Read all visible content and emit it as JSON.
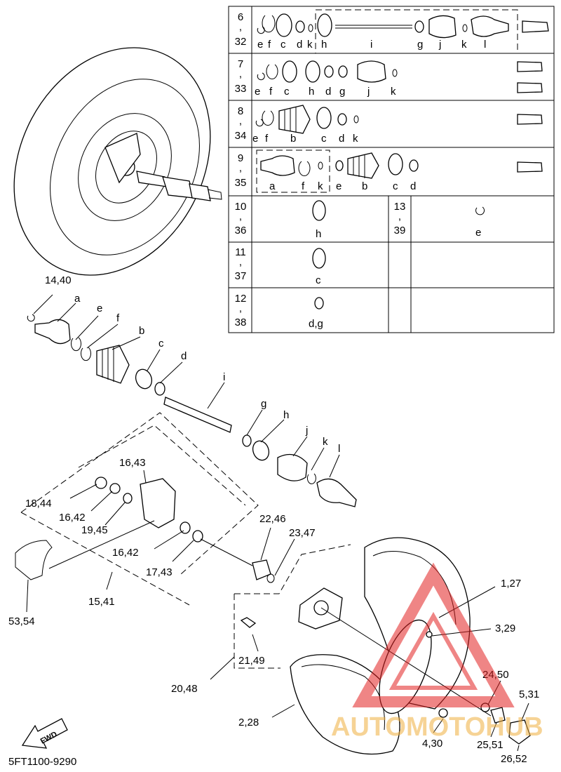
{
  "diagram": {
    "code": "5FT1100-9290",
    "fwd": "FWD",
    "watermark": "AUTOMOTOHUB",
    "callouts": {
      "c14_40": "14,40",
      "a": "a",
      "e": "e",
      "f": "f",
      "b": "b",
      "c": "c",
      "d": "d",
      "i": "i",
      "g": "g",
      "h": "h",
      "j": "j",
      "k": "k",
      "l": "l",
      "c16_43": "16,43",
      "c18_44": "18,44",
      "c16_42a": "16,42",
      "c19_45": "19,45",
      "c16_42b": "16,42",
      "c17_43": "17,43",
      "c15_41": "15,41",
      "c53_54": "53,54",
      "c22_46": "22,46",
      "c23_47": "23,47",
      "c1_27": "1,27",
      "c3_29": "3,29",
      "c21_49": "21,49",
      "c20_48": "20,48",
      "c24_50": "24,50",
      "c5_31": "5,31",
      "c2_28": "2,28",
      "c4_30": "4,30",
      "c25_51": "25,51",
      "c26_52": "26,52"
    }
  },
  "kit_table": {
    "rows": [
      {
        "top": "6",
        "bottom": "32",
        "letters": [
          "e",
          "f",
          "c",
          "d",
          "k",
          "h",
          "i",
          "g",
          "j",
          "k",
          "l"
        ]
      },
      {
        "top": "7",
        "bottom": "33",
        "letters": [
          "e",
          "f",
          "c",
          "h",
          "d",
          "g",
          "j",
          "k"
        ]
      },
      {
        "top": "8",
        "bottom": "34",
        "letters": [
          "e",
          "f",
          "b",
          "c",
          "d",
          "k"
        ]
      },
      {
        "top": "9",
        "bottom": "35",
        "letters": [
          "a",
          "f",
          "k",
          "e",
          "b",
          "c",
          "d"
        ]
      },
      {
        "top": "10",
        "bottom": "36",
        "letters": [
          "h"
        ],
        "right_top": "13",
        "right_bottom": "39",
        "right_letters": [
          "e"
        ]
      },
      {
        "top": "11",
        "bottom": "37",
        "letters": [
          "c"
        ]
      },
      {
        "top": "12",
        "bottom": "38",
        "letters": [
          "d,g"
        ]
      }
    ]
  }
}
